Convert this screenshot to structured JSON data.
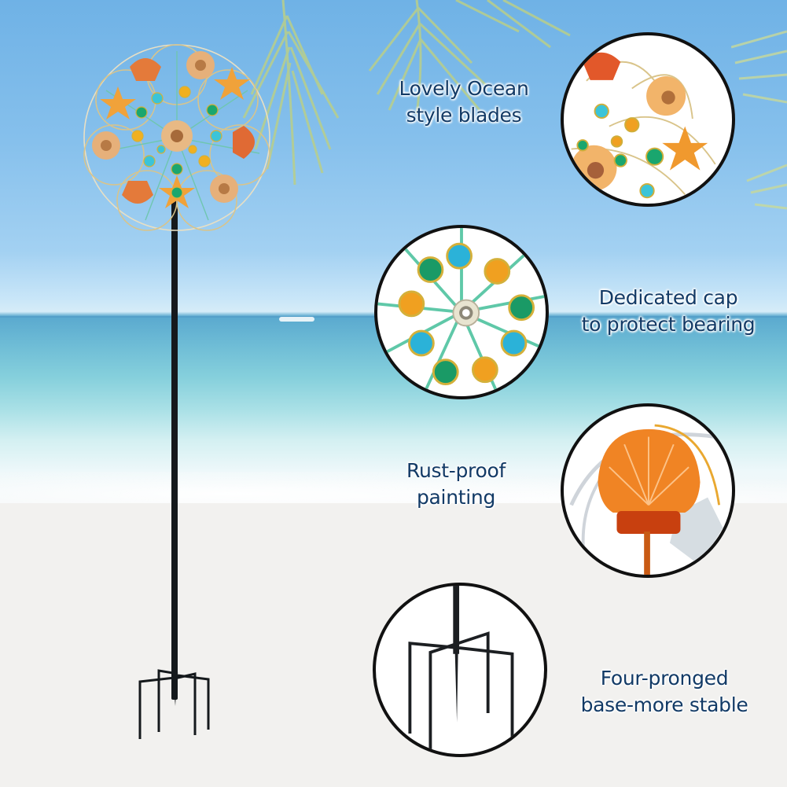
{
  "scene": {
    "description": "Beach background with palm fronds, ocean and sand",
    "colors": {
      "sky": "#86c0ec",
      "sea": "#6fbdd6",
      "sand": "#f2f1ef",
      "pole": "#15191c",
      "text": "#123a66",
      "circle_border": "#111111"
    }
  },
  "product": {
    "name": "ocean-themed wind spinner",
    "elements": [
      "scallop-shell",
      "nautilus-shell",
      "starfish",
      "gems-green",
      "gems-blue",
      "gems-amber"
    ]
  },
  "features": [
    {
      "id": "blades",
      "lines": [
        "Lovely Ocean",
        "style blades"
      ],
      "image": "blade-closeup"
    },
    {
      "id": "cap",
      "lines": [
        "Dedicated cap",
        "to protect bearing"
      ],
      "image": "bearing-cap-closeup"
    },
    {
      "id": "painting",
      "lines": [
        "Rust-proof",
        "painting"
      ],
      "image": "scallop-shell-closeup"
    },
    {
      "id": "base",
      "lines": [
        "Four-pronged",
        "base-more stable"
      ],
      "image": "four-pronged-base-closeup"
    }
  ]
}
